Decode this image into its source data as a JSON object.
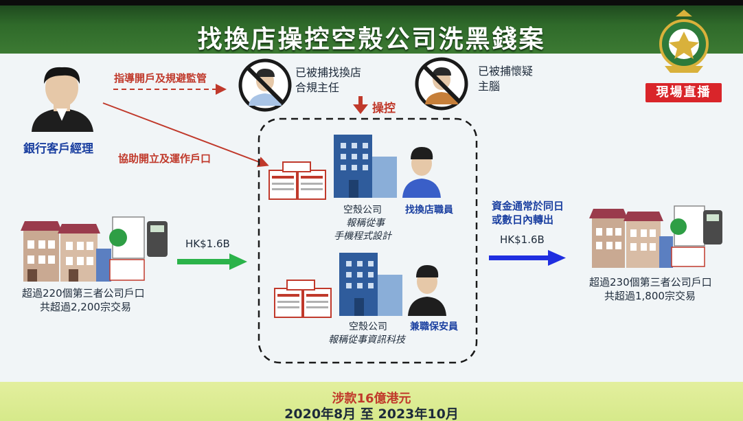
{
  "title": "找換店操控空殼公司洗黑錢案",
  "live_badge": "現場直播",
  "bank_manager": {
    "label": "銀行客戶經理",
    "arrow_guide": "指導開戶及規避監管",
    "arrow_assist": "協助開立及運作戶口"
  },
  "arrested_compliance": {
    "line1": "已被捕找換店",
    "line2": "合規主任"
  },
  "arrested_mastermind": {
    "line1": "已被捕懷疑",
    "line2": "主腦"
  },
  "control_label": "操控",
  "shell_company_1": {
    "name": "空殼公司",
    "desc1": "報稱從事",
    "desc2": "手機程式設計",
    "staff": "找換店職員"
  },
  "shell_company_2": {
    "name": "空殼公司",
    "desc": "報稱從事資訊科技",
    "staff": "兼職保安員"
  },
  "left_accounts": {
    "line1": "超過220個第三者公司戶口",
    "line2": "共超過2,200宗交易"
  },
  "right_accounts": {
    "line1": "超過230個第三者公司戶口",
    "line2": "共超過1,800宗交易"
  },
  "flow_in": {
    "amount": "HK$1.6B"
  },
  "flow_out": {
    "amount": "HK$1.6B",
    "note1": "資金通常於同日",
    "note2": "或數日內轉出"
  },
  "summary": {
    "amount": "涉款16億港元",
    "period": "2020年8月 至 2023年10月"
  },
  "colors": {
    "title_green": "#2f6a2a",
    "arrow_red": "#c0392b",
    "arrow_green": "#2bb34a",
    "arrow_blue": "#1f2ee0",
    "building_blue": "#3d6db5"
  }
}
